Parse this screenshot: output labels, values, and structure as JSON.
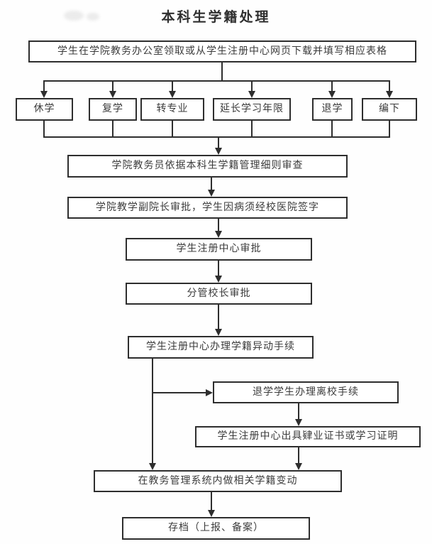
{
  "title": "本科生学籍处理",
  "flowchart": {
    "top_box": "学生在学院教务办公室领取或从学生注册中心网页下载并填写相应表格",
    "categories": [
      "休学",
      "复学",
      "转专业",
      "延长学习年限",
      "退学",
      "编下"
    ],
    "steps": {
      "advisor_review": "学院教务员依据本科生学籍管理细则审查",
      "vice_dean_approval": "学院教学副院长审批，学生因病须经校医院签字",
      "registration_center_approval": "学生注册中心审批",
      "vice_president_approval": "分管校长审批",
      "status_change": "学生注册中心办理学籍异动手续",
      "withdrawal_checkout": "退学学生办理离校手续",
      "certificate_issue": "学生注册中心出具肄业证书或学习证明",
      "system_update": "在教务管理系统内做相关学籍变动",
      "archive": "存档（上报、备案）"
    }
  }
}
